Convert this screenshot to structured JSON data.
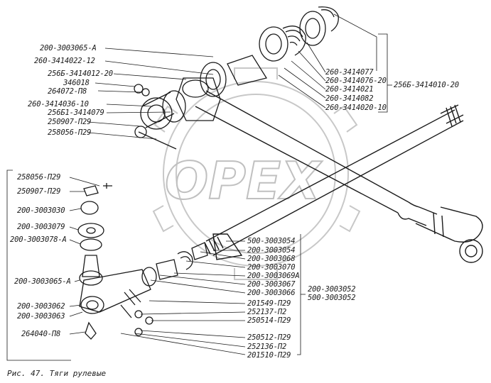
{
  "watermark": "OPEX",
  "caption": "Рис. 47. Тяги рулевые",
  "labels_top_left": [
    "200-3003065-А",
    "260-3414022-12",
    "256Б-3414012-20",
    "346018",
    "264072-П8",
    "260-3414036-10",
    "256Б1-3414079",
    "250907-П29",
    "258056-П29"
  ],
  "labels_top_right": [
    "260-3414077",
    "260-3414076-20",
    "260-3414021",
    "260-3414082",
    "260-3414020-10"
  ],
  "assembly_top": "256Б-3414010-20",
  "labels_left": [
    "258056-П29",
    "250907-П29",
    "200-3003030",
    "200-3003079",
    "200-3003078-А",
    "200-3003065-А",
    "200-3003062",
    "200-3003063",
    "264040-П8"
  ],
  "labels_bottom_right": [
    "500-3003054",
    "200-3003054",
    "200-3003068",
    "200-3003070",
    "200-3003069А",
    "200-3003067",
    "200-3003066",
    "201549-П29",
    "252137-П2",
    "250514-П29",
    "250512-П29",
    "252136-П2",
    "201510-П29"
  ],
  "assembly_bottom": [
    "200-3003052",
    "500-3003052"
  ],
  "colors": {
    "ink": "#1a1a1a",
    "watermark": "#c8c8c8",
    "paper": "#ffffff"
  }
}
